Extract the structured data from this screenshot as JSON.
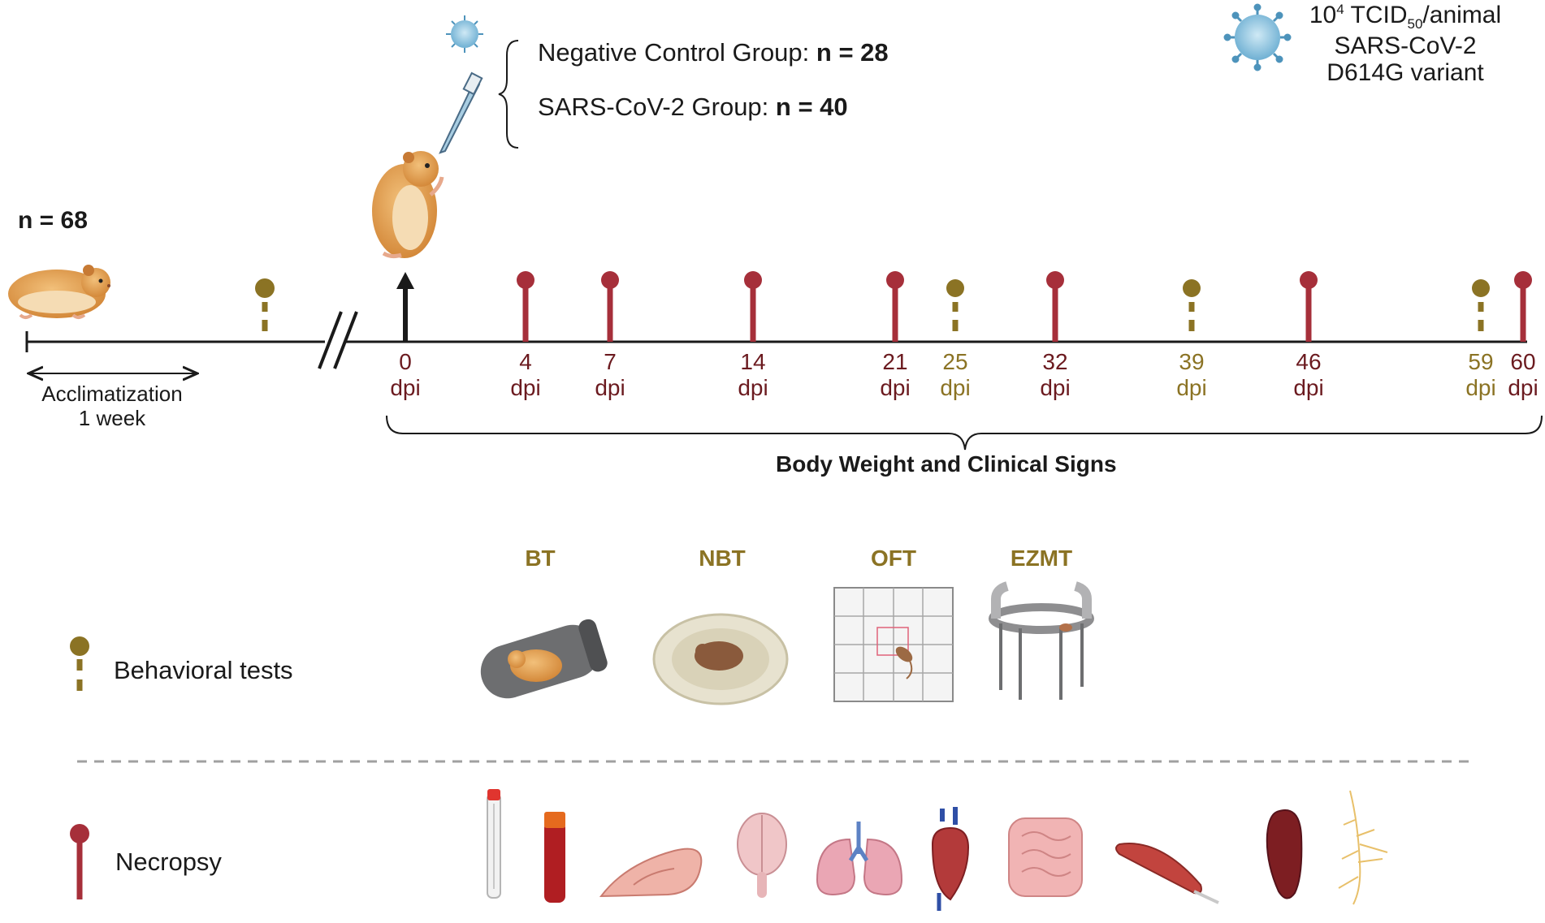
{
  "colors": {
    "necropsy": "#a62f3a",
    "behavioral": "#8b7324",
    "axis": "#1a1a1a",
    "virus": "#7fb8d8"
  },
  "n_total": "n = 68",
  "acclimatization": {
    "line1": "Acclimatization",
    "line2": "1 week"
  },
  "groups": [
    {
      "label": "Negative Control Group: ",
      "n": "n = 28"
    },
    {
      "label": "SARS-CoV-2 Group: ",
      "n": "n = 40"
    }
  ],
  "dose": {
    "prefix": "10",
    "exp": "4",
    "tcid": " TCID",
    "sub": "50",
    "suffix": "/animal",
    "line2": "SARS-CoV-2",
    "line3": "D614G variant"
  },
  "timepoints": [
    {
      "day": "0",
      "unit": "dpi",
      "kind": "inoculation"
    },
    {
      "day": "4",
      "unit": "dpi",
      "kind": "necropsy"
    },
    {
      "day": "7",
      "unit": "dpi",
      "kind": "necropsy"
    },
    {
      "day": "14",
      "unit": "dpi",
      "kind": "necropsy"
    },
    {
      "day": "21",
      "unit": "dpi",
      "kind": "necropsy"
    },
    {
      "day": "25",
      "unit": "dpi",
      "kind": "behavioral"
    },
    {
      "day": "32",
      "unit": "dpi",
      "kind": "necropsy"
    },
    {
      "day": "39",
      "unit": "dpi",
      "kind": "behavioral"
    },
    {
      "day": "46",
      "unit": "dpi",
      "kind": "necropsy"
    },
    {
      "day": "59",
      "unit": "dpi",
      "kind": "behavioral"
    },
    {
      "day": "60",
      "unit": "dpi",
      "kind": "necropsy"
    }
  ],
  "body_weight_label": "Body Weight and Clinical Signs",
  "tests": [
    "BT",
    "NBT",
    "OFT",
    "EZMT"
  ],
  "legend": {
    "behavioral": "Behavioral tests",
    "necropsy": "Necropsy"
  },
  "icons": {
    "virus": "virus-icon",
    "pipette": "pipette-icon",
    "hamster": "hamster-icon",
    "organs": [
      "swab-tube-icon",
      "blood-tube-icon",
      "nasal-turbinate-icon",
      "brain-icon",
      "lungs-icon",
      "heart-icon",
      "intestine-icon",
      "muscle-icon",
      "spleen-icon",
      "nerve-icon"
    ]
  }
}
